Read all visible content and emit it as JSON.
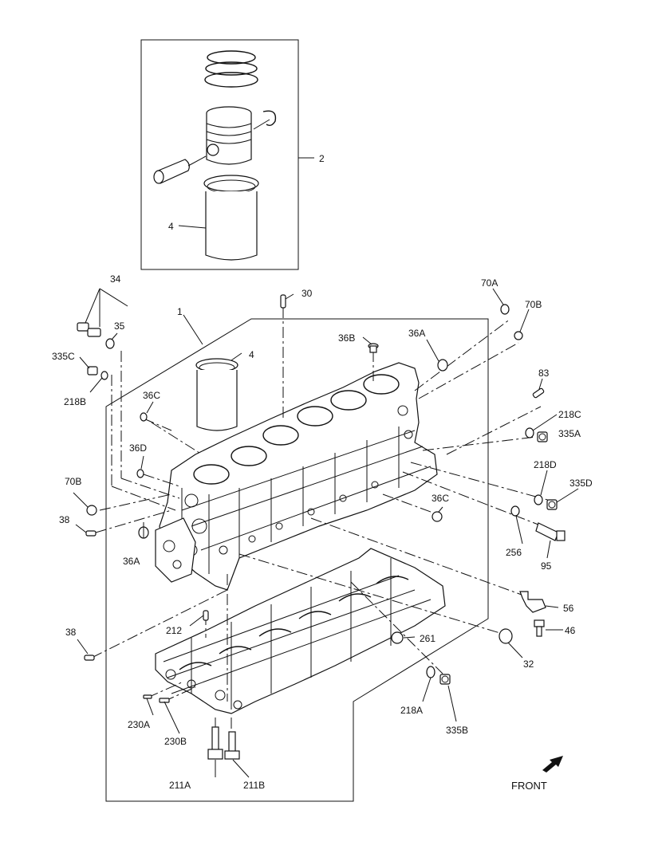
{
  "labels": {
    "l1": "1",
    "l2": "2",
    "l4_top": "4",
    "l4_mid": "4",
    "l30": "30",
    "l32": "32",
    "l34": "34",
    "l35": "35",
    "l36A_top": "36A",
    "l36A_left": "36A",
    "l36B": "36B",
    "l36C_left": "36C",
    "l36C_right": "36C",
    "l36D": "36D",
    "l38_top": "38",
    "l38_bot": "38",
    "l46": "46",
    "l56": "56",
    "l70A": "70A",
    "l70B_right": "70B",
    "l70B_left": "70B",
    "l83": "83",
    "l95": "95",
    "l211A": "211A",
    "l211B": "211B",
    "l212": "212",
    "l218A": "218A",
    "l218B": "218B",
    "l218C": "218C",
    "l218D": "218D",
    "l230A": "230A",
    "l230B": "230B",
    "l256": "256",
    "l261": "261",
    "l335A": "335A",
    "l335B": "335B",
    "l335C": "335C",
    "l335D": "335D"
  },
  "front_label": "FRONT"
}
